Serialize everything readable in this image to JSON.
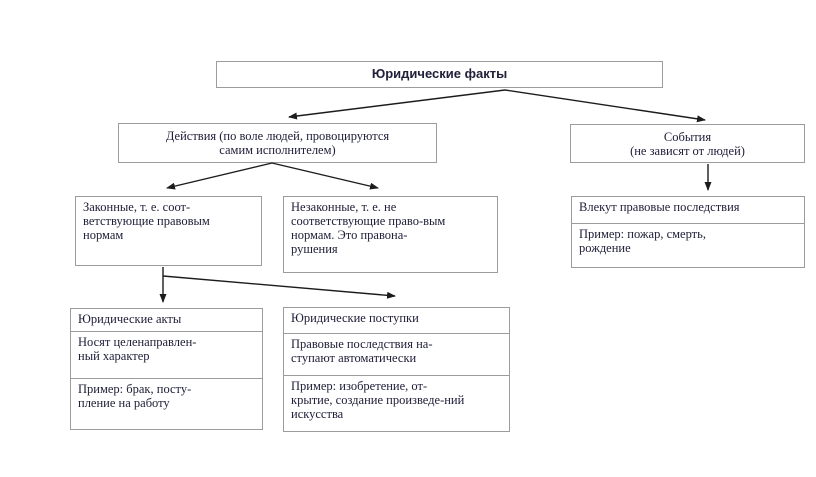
{
  "colors": {
    "box_border": "#9c9c9c",
    "text": "#20203a",
    "arrow": "#1c1c1c",
    "background": "#ffffff"
  },
  "nodes": {
    "root": {
      "label": "Юридические факты"
    },
    "actions": {
      "label": "Действия (по воле людей, провоцируются\nсамим исполнителем)"
    },
    "events": {
      "label": "События\n(не зависят от людей)"
    },
    "lawful": {
      "label": "Законные, т. е. соот-\nветствующие правовым\nнормам"
    },
    "unlawful": {
      "label": "Незаконные, т. е. не\nсоответствующие право-вым\nнормам. Это правона-\nрушения"
    },
    "event_consequences": {
      "header": "Влекут правовые последствия",
      "example": "Пример: пожар, смерть,\nрождение"
    },
    "legal_acts": {
      "header": "Юридические акты",
      "body": "Носят целенаправлен-\nный характер",
      "example": "Пример: брак, посту-\nпление на работу"
    },
    "legal_deeds": {
      "header": "Юридические поступки",
      "body": "Правовые последствия на-\nступают автоматически",
      "example": "Пример: изобретение, от-\nкрытие, создание произведе-ний\nискусства"
    }
  }
}
